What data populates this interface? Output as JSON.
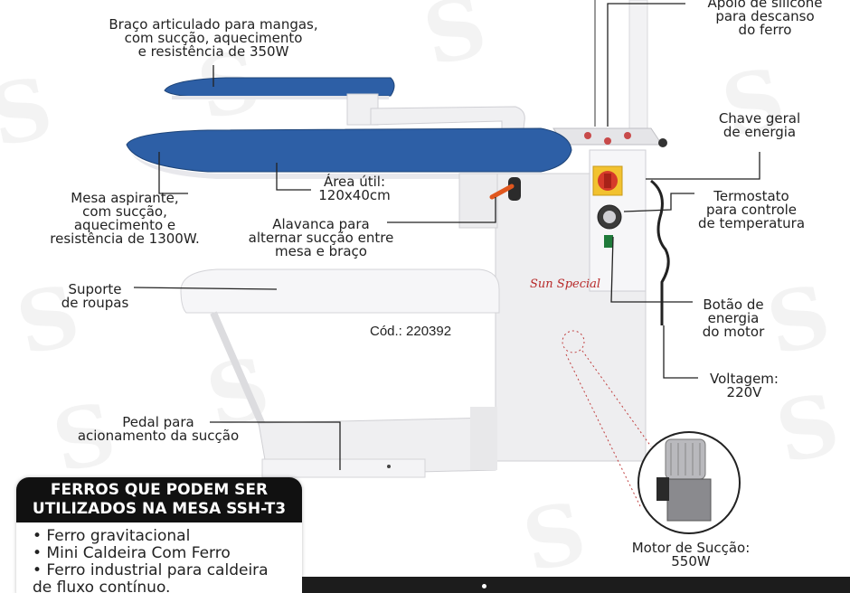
{
  "product": {
    "brand_logo": "Sun Special",
    "code": "Cód.: 220392"
  },
  "callouts": {
    "arm": [
      "Braço articulado para mangas,",
      "com sucção, aquecimento",
      "e resistência de 350W"
    ],
    "silicone": [
      "Apoio de silicone",
      "para descanso",
      "do ferro"
    ],
    "switch": [
      "Chave geral",
      "de energia"
    ],
    "area": [
      "Área útil:",
      "120x40cm"
    ],
    "table": [
      "Mesa aspirante,",
      "com sucção,",
      "aquecimento e",
      "resistência de 1300W."
    ],
    "lever": [
      "Alavanca para",
      "alternar sucção entre",
      "mesa e braço"
    ],
    "thermostat": [
      "Termostato",
      "para controle",
      "de temperatura"
    ],
    "support": [
      "Suporte",
      "de roupas"
    ],
    "motor_button": [
      "Botão de",
      "energia",
      "do motor"
    ],
    "voltage": [
      "Voltagem:",
      "220V"
    ],
    "pedal": [
      "Pedal para",
      "acionamento da sucção"
    ],
    "motor": [
      "Motor de Sucção:",
      "550W"
    ]
  },
  "irons_panel": {
    "title": [
      "FERROS QUE PODEM SER",
      "UTILIZADOS NA MESA SSH-T3"
    ],
    "items": [
      "• Ferro gravitacional",
      "• Mini Caldeira Com Ferro",
      "• Ferro industrial para caldeira",
      "de fluxo contínuo."
    ]
  },
  "colors": {
    "board_blue": "#2d5fa6",
    "body_white": "#eeeef0",
    "switch_red": "#d63a2a",
    "switch_yellow": "#f2c230",
    "panel_dark": "#111111"
  }
}
